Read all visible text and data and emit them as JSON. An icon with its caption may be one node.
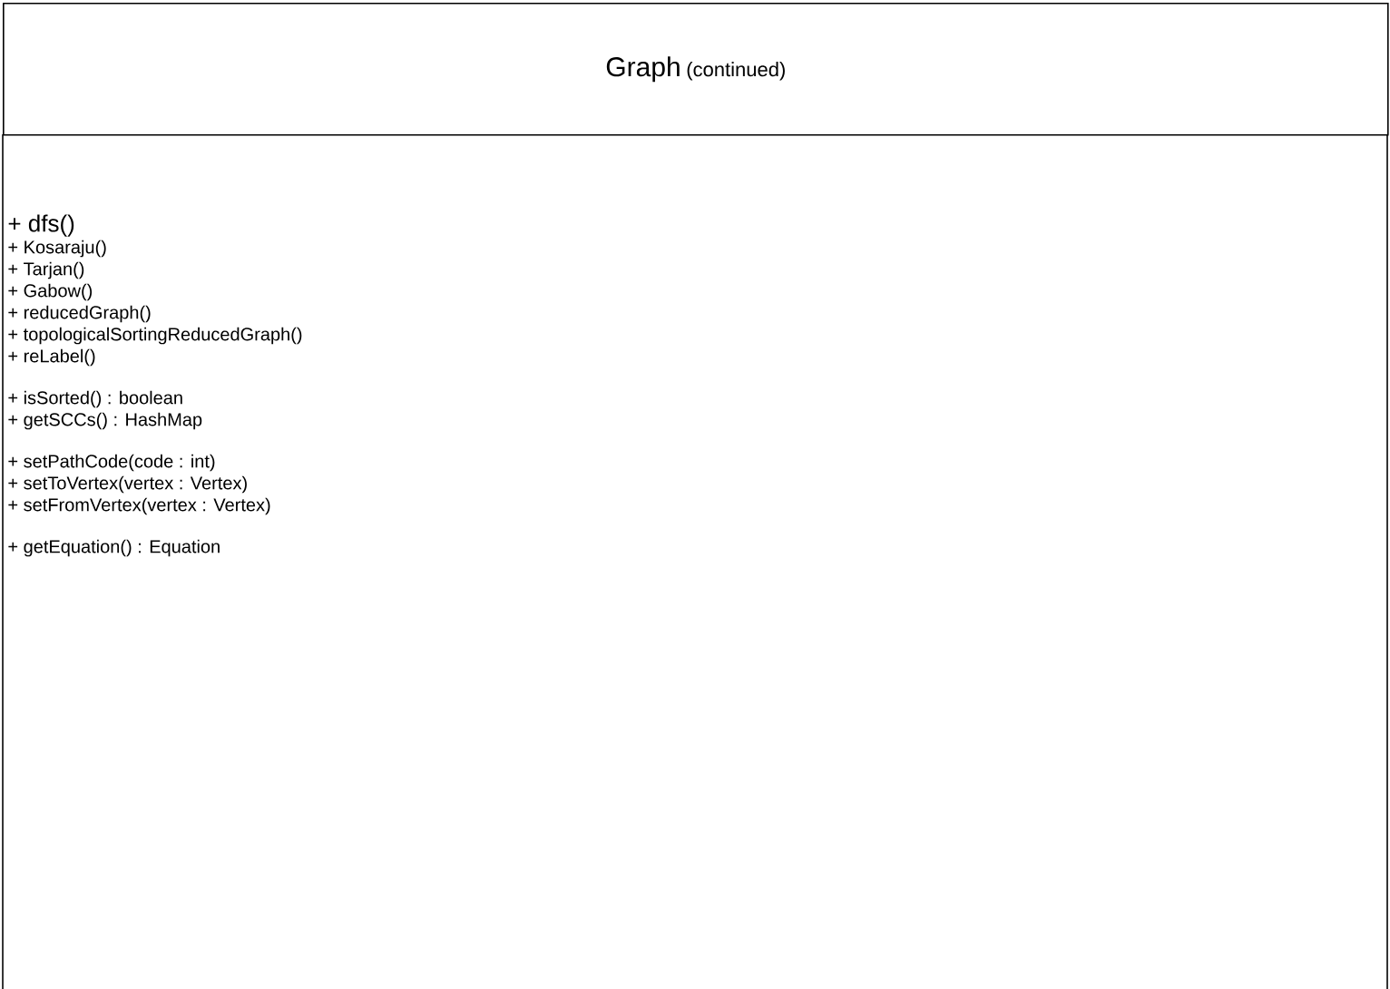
{
  "diagram": {
    "nodes": [
      {
        "text": [
          "Graph",
          "(continued)"
        ]
      },
      {
        "text": [
          "+ dfs()",
          "+ Kosaraju()",
          "+ Tarjan()",
          "+ Gabow()",
          "+ reducedGraph()",
          "+ topologicalSortingReducedGraph()",
          "+ reLabel()",
          "+ isSorted() : boolean",
          "+ getSCCs() : HashMap",
          "+ setPathCode(code : int)",
          "+ setToVertex(vertex : Vertex)",
          "+ setFromVertex(vertex : Vertex)",
          "+ getEquation() : Equation"
        ]
      }
    ]
  }
}
